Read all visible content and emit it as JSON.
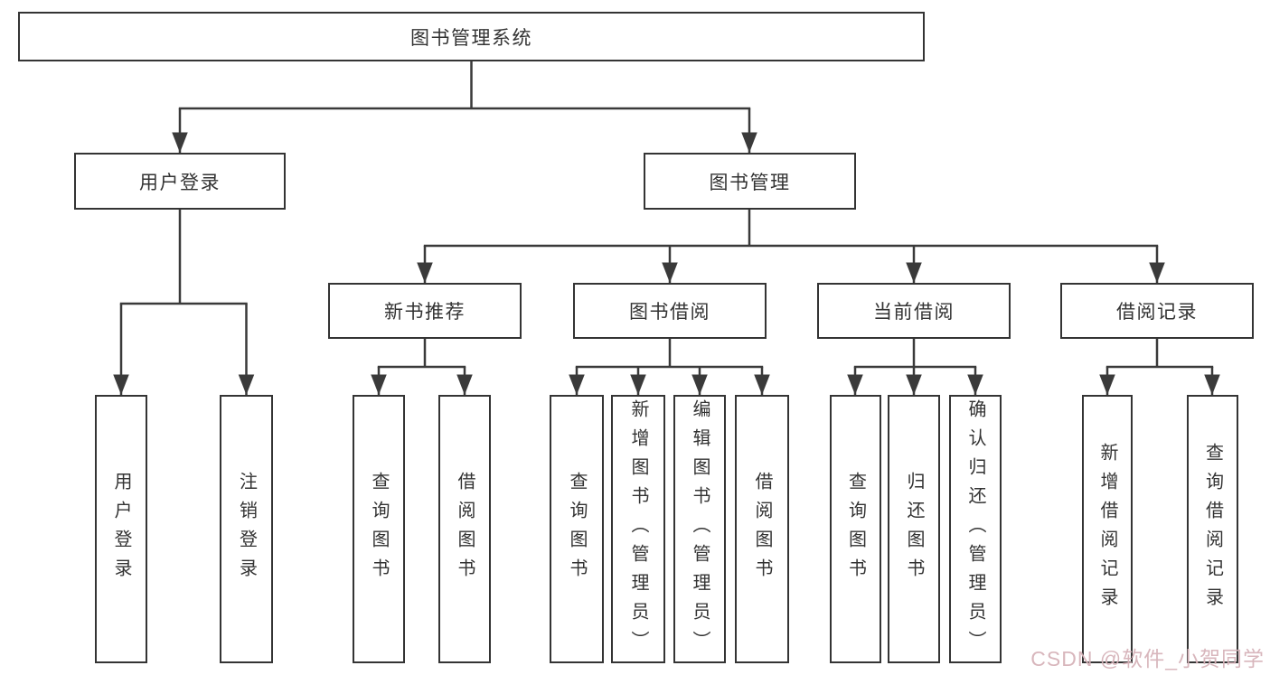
{
  "diagram": {
    "title": "图书管理系统",
    "watermark": "CSDN @软件_小贺同学",
    "colors": {
      "background": "#ffffff",
      "box_border": "#343434",
      "line": "#3a3a3a",
      "text": "#333333",
      "watermark": "#d6b2b8"
    },
    "nodes": {
      "root": "图书管理系统",
      "user_login": "用户登录",
      "book_mgmt": "图书管理",
      "new_book_rec": "新书推荐",
      "book_borrow": "图书借阅",
      "current_borrow": "当前借阅",
      "borrow_record": "借阅记录",
      "ul_login": "用户登录",
      "ul_logout": "注销登录",
      "nb_query": "查询图书",
      "nb_borrow": "借阅图书",
      "bb_query": "查询图书",
      "bb_add": "新增图书（管理员）",
      "bb_edit": "编辑图书（管理员）",
      "bb_borrow": "借阅图书",
      "cb_query": "查询图书",
      "cb_return": "归还图书",
      "cb_confirm": "确认归还（管理员）",
      "br_add": "新增借阅记录",
      "br_query": "查询借阅记录"
    },
    "structure": [
      {
        "parent": "图书管理系统",
        "children": [
          "用户登录",
          "图书管理"
        ]
      },
      {
        "parent": "用户登录",
        "children": [
          "用户登录",
          "注销登录"
        ]
      },
      {
        "parent": "图书管理",
        "children": [
          "新书推荐",
          "图书借阅",
          "当前借阅",
          "借阅记录"
        ]
      },
      {
        "parent": "新书推荐",
        "children": [
          "查询图书",
          "借阅图书"
        ]
      },
      {
        "parent": "图书借阅",
        "children": [
          "查询图书",
          "新增图书（管理员）",
          "编辑图书（管理员）",
          "借阅图书"
        ]
      },
      {
        "parent": "当前借阅",
        "children": [
          "查询图书",
          "归还图书",
          "确认归还（管理员）"
        ]
      },
      {
        "parent": "借阅记录",
        "children": [
          "新增借阅记录",
          "查询借阅记录"
        ]
      }
    ]
  }
}
